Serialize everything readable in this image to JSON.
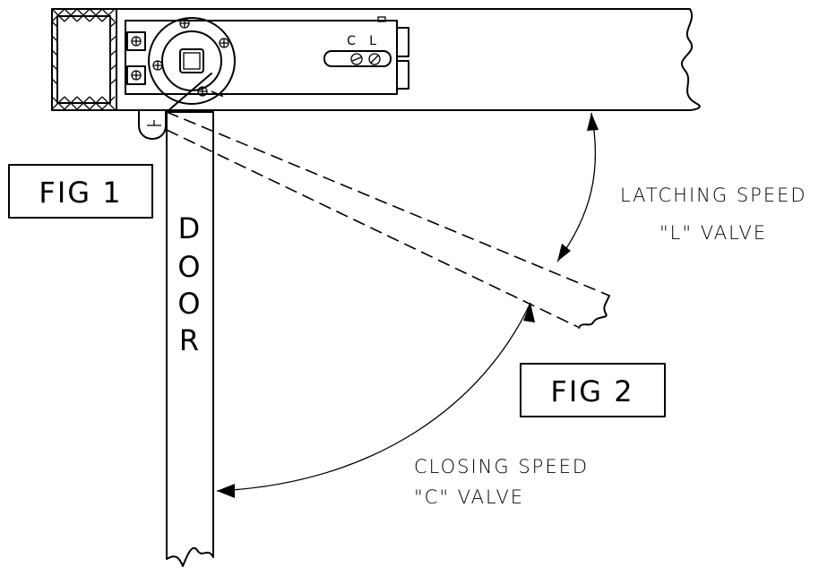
{
  "fig1": "FIG 1",
  "fig2": "FIG 2",
  "door": {
    "letters": [
      "D",
      "O",
      "O",
      "R"
    ]
  },
  "valve_marks": {
    "c": "C",
    "l": "L"
  },
  "latching": {
    "line1": "LATCHING SPEED",
    "line2": "\"L\" VALVE"
  },
  "closing": {
    "line1": "CLOSING SPEED",
    "line2": "\"C\" VALVE"
  }
}
